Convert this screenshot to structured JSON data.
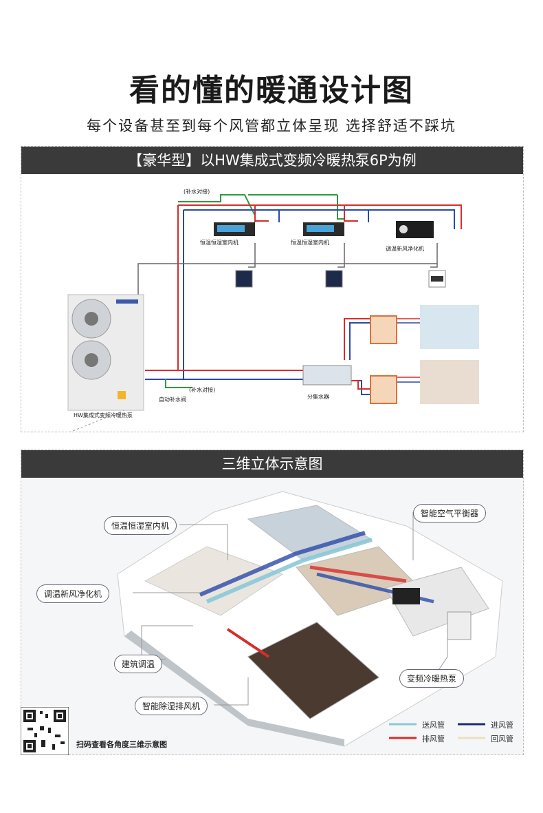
{
  "header": {
    "title": "看的懂的暖通设计图",
    "subtitle": "每个设备甚至到每个风管都立体呈现  选择舒适不踩坑"
  },
  "schematic": {
    "heading": "【豪华型】以HW集成式变频冷暖热泵6P为例",
    "labels": {
      "indoor_unit_1": "恒温恒湿室内机",
      "indoor_unit_2": "恒温恒湿室内机",
      "fresh_air": "调温新风净化机",
      "water_fill_top": "(补水对接)",
      "water_fill_bottom": "(补水对接)",
      "auto_valve": "自动补水阀",
      "manifold": "分集水器",
      "heat_pump": "HW集成式变频冷暖热泵"
    }
  },
  "view3d": {
    "heading": "三维立体示意图",
    "callouts": {
      "indoor_unit": "恒温恒湿室内机",
      "fresh_air": "调温新风净化机",
      "floor_heating": "建筑调温",
      "dehumid": "智能除湿排风机",
      "air_balancer": "智能空气平衡器",
      "heat_pump": "变频冷暖热泵"
    },
    "legend": [
      {
        "label": "送风管",
        "color": "#8cc8d8"
      },
      {
        "label": "进风管",
        "color": "#1e2a78"
      },
      {
        "label": "排风管",
        "color": "#d82c2c"
      },
      {
        "label": "回风管",
        "color": "#ede0c0"
      }
    ],
    "qr_caption": "扫码查看各角度三维示意图"
  },
  "colors": {
    "header_bg": "#3a3a3a",
    "supply_red": "#d82c2c",
    "return_blue": "#2a4aa8",
    "water_green": "#2f9a3a"
  }
}
